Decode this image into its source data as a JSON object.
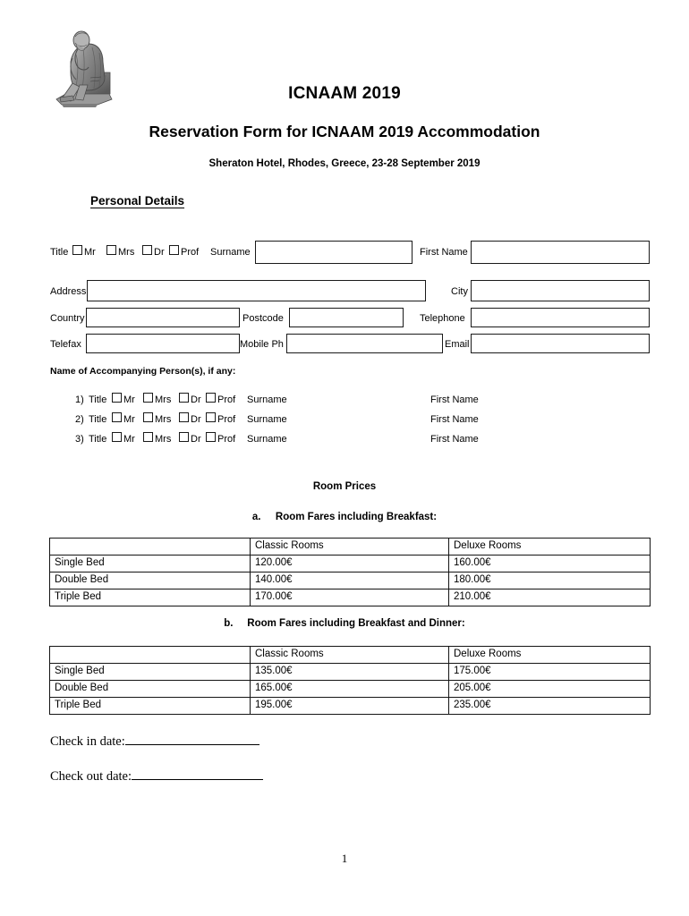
{
  "document": {
    "logo_alt": "seated-philosopher-engraving",
    "title": "ICNAAM 2019",
    "subtitle": "Reservation Form for ICNAAM 2019 Accommodation",
    "venue": "Sheraton Hotel, Rhodes, Greece, 23-28 September 2019",
    "page_number": "1"
  },
  "personal_details": {
    "heading": "Personal Details",
    "title_label": "Title",
    "title_options": [
      "Mr",
      "Mrs",
      "Dr",
      "Prof"
    ],
    "fields": {
      "surname_label": "Surname",
      "surname_value": "",
      "first_name_label": "First Name",
      "first_name_value": "",
      "address_label": "Address",
      "address_value": "",
      "city_label": "City",
      "city_value": "",
      "country_label": "Country",
      "country_value": "",
      "postcode_label": "Postcode",
      "postcode_value": "",
      "telephone_label": "Telephone",
      "telephone_value": "",
      "telefax_label": "Telefax",
      "telefax_value": "",
      "mobile_label": "Mobile Ph",
      "mobile_value": "",
      "email_label": "Email",
      "email_value": ""
    }
  },
  "accompanying": {
    "heading": "Name of Accompanying Person(s), if any:",
    "rows": [
      {
        "index": "1)",
        "title_label": "Title",
        "options": [
          "Mr",
          "Mrs",
          "Dr",
          "Prof"
        ],
        "surname_label": "Surname",
        "first_name_label": "First Name"
      },
      {
        "index": "2)",
        "title_label": "Title",
        "options": [
          "Mr",
          "Mrs",
          "Dr",
          "Prof"
        ],
        "surname_label": "Surname",
        "first_name_label": "First Name"
      },
      {
        "index": "3)",
        "title_label": "Title",
        "options": [
          "Mr",
          "Mrs",
          "Dr",
          "Prof"
        ],
        "surname_label": "Surname",
        "first_name_label": "First Name"
      }
    ]
  },
  "room_prices": {
    "heading": "Room Prices",
    "sections": [
      {
        "marker": "a.",
        "caption": "Room Fares including Breakfast:",
        "columns": [
          "",
          "Classic Rooms",
          "Deluxe Rooms"
        ],
        "rows": [
          [
            "Single Bed",
            "120.00€",
            "160.00€"
          ],
          [
            "Double Bed",
            "140.00€",
            "180.00€"
          ],
          [
            "Triple Bed",
            "170.00€",
            "210.00€"
          ]
        ]
      },
      {
        "marker": "b.",
        "caption": "Room Fares including Breakfast and Dinner:",
        "columns": [
          "",
          "Classic Rooms",
          "Deluxe Rooms"
        ],
        "rows": [
          [
            "Single Bed",
            "135.00€",
            "175.00€"
          ],
          [
            "Double Bed",
            "165.00€",
            "205.00€"
          ],
          [
            "Triple Bed",
            "195.00€",
            "235.00€"
          ]
        ]
      }
    ]
  },
  "dates": {
    "check_in_label": "Check in date:",
    "check_in_value": "",
    "check_out_label": "Check out date:",
    "check_out_value": ""
  },
  "colors": {
    "text": "#000000",
    "border": "#1a1a1a",
    "background": "#ffffff"
  }
}
